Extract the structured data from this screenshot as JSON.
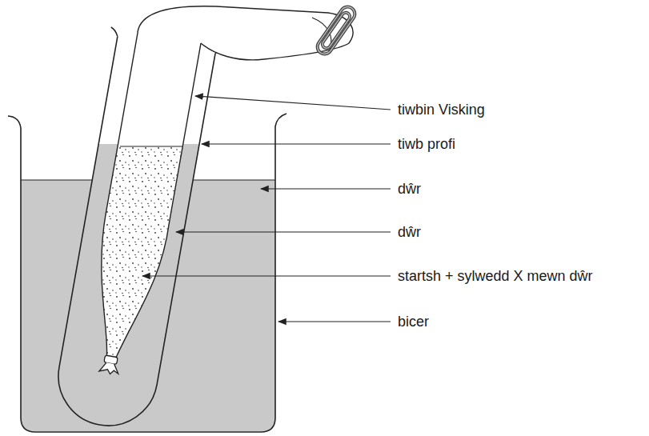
{
  "diagram": {
    "labels": [
      "tiwbin Visking",
      "tiwb profi",
      "dŵr",
      "dŵr",
      "startsh + sylwedd X mewn dŵr",
      "bicer"
    ]
  }
}
